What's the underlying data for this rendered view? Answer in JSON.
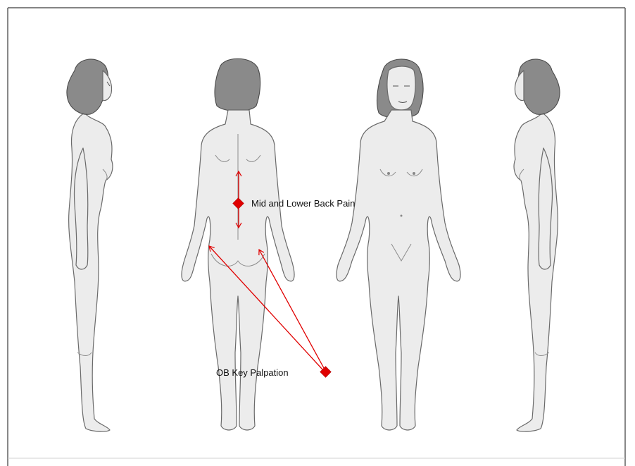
{
  "annotations": [
    {
      "id": "mid-lower-back",
      "label": "Mid and Lower Back Pain",
      "color": "#e00000"
    },
    {
      "id": "ob-key-palpation",
      "label": "OB Key Palpation",
      "color": "#e00000"
    }
  ],
  "figures": [
    {
      "view": "left-side"
    },
    {
      "view": "back"
    },
    {
      "view": "front"
    },
    {
      "view": "right-side"
    }
  ]
}
